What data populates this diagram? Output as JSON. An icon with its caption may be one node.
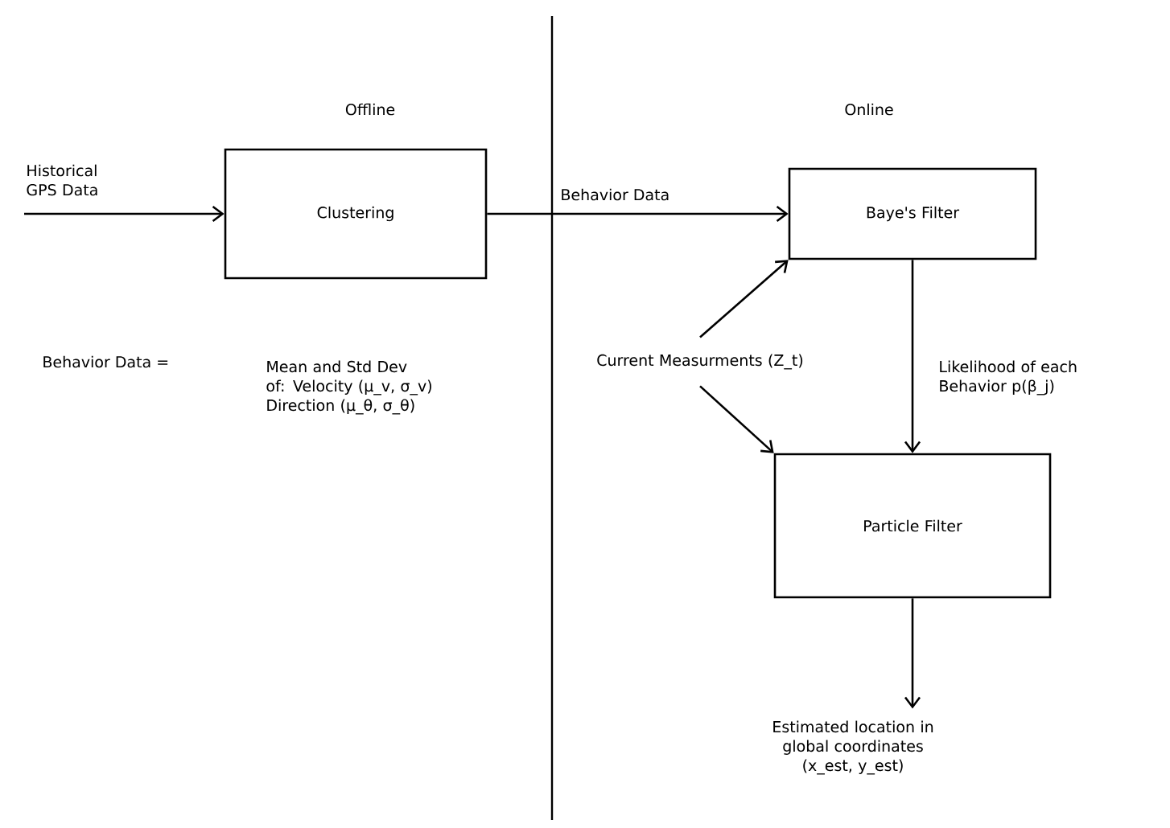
{
  "diagram": {
    "nodes": [
      {
        "text": [
          "Clustering"
        ]
      },
      {
        "text": [
          "Baye's Filter"
        ]
      },
      {
        "text": [
          "Current Measurments (Z_t)"
        ]
      },
      {
        "text": [
          "Particle Filter"
        ]
      },
      {
        "text": [
          "Estimated location in global coordinates (x_est, y_est)"
        ]
      }
    ],
    "edges": [
      {
        "from": null,
        "to": 0,
        "arrow": "to",
        "label": "Historical GPS Data"
      },
      {
        "from": 0,
        "to": 1,
        "arrow": "to",
        "label": "Behavior Data"
      },
      {
        "from": 2,
        "to": 1,
        "arrow": "to"
      },
      {
        "from": 2,
        "to": 3,
        "arrow": "to"
      },
      {
        "from": 1,
        "to": 3,
        "arrow": "to",
        "label": "Likelihood of each Behavior  p(β_j)"
      },
      {
        "from": 3,
        "to": 4,
        "arrow": "to"
      }
    ],
    "labels": [
      "Offline",
      "Online",
      "Behavior Data =",
      "Mean and Std Dev of: Velocity (μ_v, σ_v) Direction (μ_θ, σ_θ)"
    ]
  }
}
